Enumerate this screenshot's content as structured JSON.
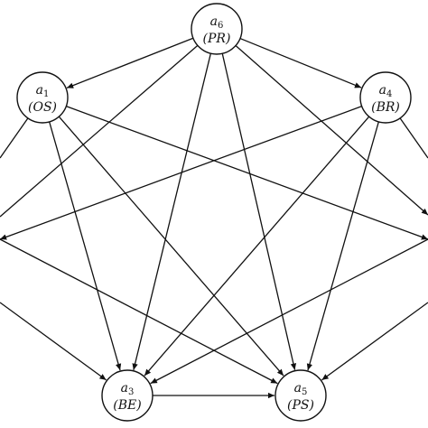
{
  "graph": {
    "nodes": [
      {
        "id": "a6",
        "letter": "a",
        "index": "6",
        "code": "(PR)"
      },
      {
        "id": "a1",
        "letter": "a",
        "index": "1",
        "code": "(OS)"
      },
      {
        "id": "a4",
        "letter": "a",
        "index": "4",
        "code": "(BR)"
      },
      {
        "id": "a3",
        "letter": "a",
        "index": "3",
        "code": "(BE)"
      },
      {
        "id": "a5",
        "letter": "a",
        "index": "5",
        "code": "(PS)"
      }
    ],
    "edges": [
      [
        "a6",
        "a1"
      ],
      [
        "a6",
        "a4"
      ],
      [
        "a6",
        "a3"
      ],
      [
        "a6",
        "a5"
      ],
      [
        "a1",
        "a3"
      ],
      [
        "a1",
        "a5"
      ],
      [
        "a4",
        "a3"
      ],
      [
        "a4",
        "a5"
      ],
      [
        "a3",
        "a5"
      ]
    ],
    "stroke_color": "#111111"
  }
}
